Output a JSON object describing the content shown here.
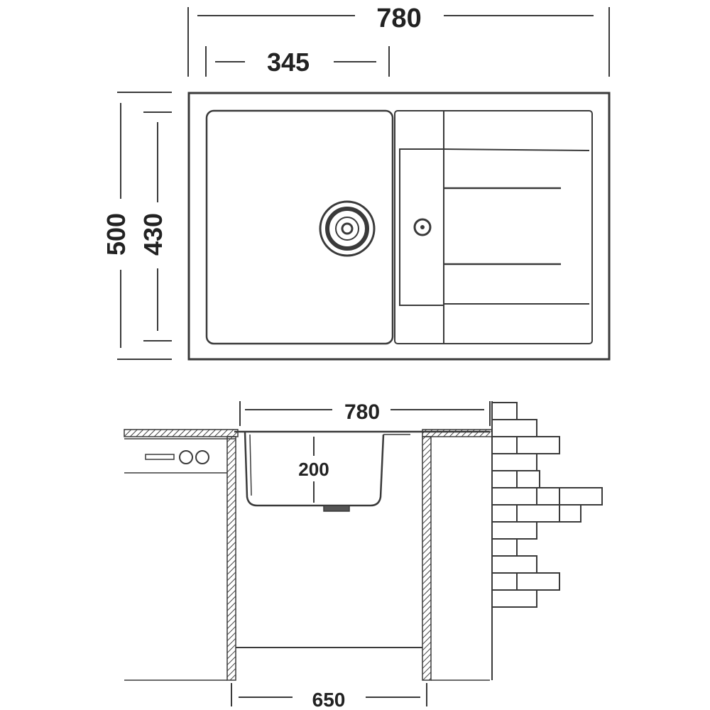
{
  "top_view": {
    "overall_width": "780",
    "bowl_width": "345",
    "overall_depth": "500",
    "bowl_depth": "430"
  },
  "section_view": {
    "overall_width": "780",
    "bowl_height": "200",
    "cabinet_width": "650"
  },
  "colors": {
    "line": "#3a3a3a",
    "text": "#222222",
    "background": "#ffffff"
  }
}
